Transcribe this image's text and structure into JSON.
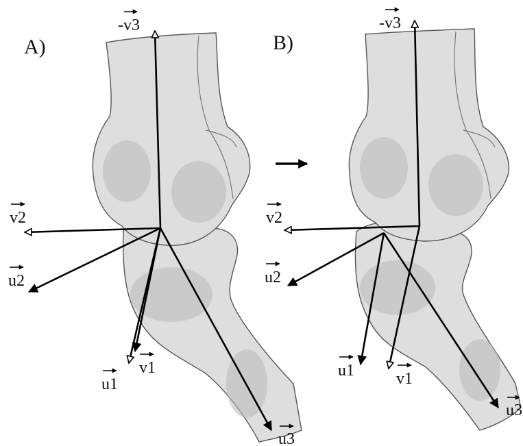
{
  "panels": [
    {
      "label": "A)",
      "vectors": {
        "neg_v3": "-v3",
        "v2": "v2",
        "u2": "u2",
        "u1": "u1",
        "v1": "v1",
        "u3": "u3"
      }
    },
    {
      "label": "B)",
      "vectors": {
        "neg_v3": "-v3",
        "v2": "v2",
        "u2": "u2",
        "u1": "u1",
        "v1": "v1",
        "u3": "u3"
      }
    }
  ],
  "transition_arrow": "right-arrow",
  "colors": {
    "bone": "#dedede",
    "bone_outline": "#555555",
    "vector": "#000000"
  }
}
